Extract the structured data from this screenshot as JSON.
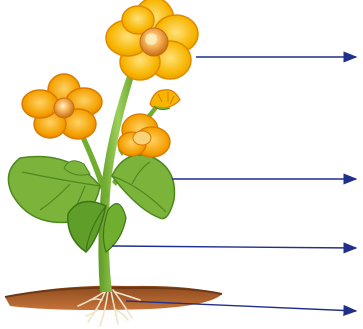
{
  "diagram": {
    "subject": "flowering plant",
    "parts_indicated": [
      "flower",
      "leaf",
      "stem",
      "root"
    ],
    "label_count": 4,
    "labels": [
      "",
      "",
      "",
      ""
    ]
  },
  "colors": {
    "petal": "#f7b500",
    "petal_dark": "#e08a00",
    "flower_center": "#f3a42a",
    "stem": "#7cb33a",
    "leaf": "#6fae2f",
    "leaf_dark": "#4d8a1e",
    "soil": "#b5612a",
    "soil_top": "#8c4a1f",
    "root": "#f1e6cf",
    "pointer": "#1f2f8a"
  }
}
